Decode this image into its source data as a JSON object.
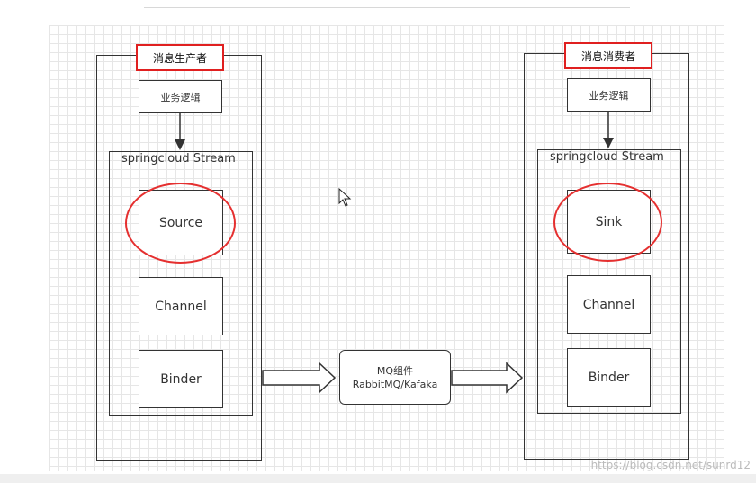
{
  "producer": {
    "title": "消息生产者",
    "logic": "业务逻辑",
    "stream": "springcloud Stream",
    "source": "Source",
    "channel": "Channel",
    "binder": "Binder"
  },
  "consumer": {
    "title": "消息消费者",
    "logic": "业务逻辑",
    "stream": "springcloud Stream",
    "sink": "Sink",
    "channel": "Channel",
    "binder": "Binder"
  },
  "mq": {
    "line1": "MQ组件",
    "line2": "RabbitMQ/Kafaka"
  },
  "watermark": "https://blog.csdn.net/sunrd12",
  "colors": {
    "highlight": "#e02020",
    "stroke": "#333333"
  },
  "icons": [
    "mouse-cursor-icon",
    "arrow-down-icon",
    "hollow-arrow-right-icon"
  ]
}
